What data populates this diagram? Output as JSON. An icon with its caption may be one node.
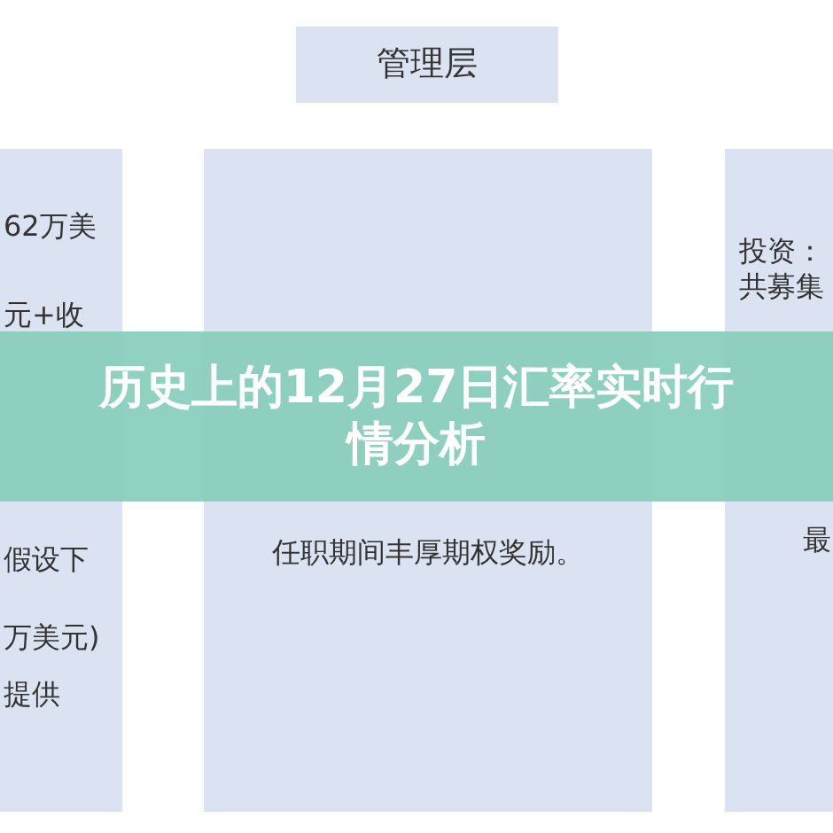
{
  "diagram": {
    "title": "历史上的12月27日汇率实时行情分析",
    "nodes": [
      {
        "text": [
          "管理层"
        ]
      },
      {
        "text": [
          "62万美",
          "元+收",
          "假设下",
          "万美元)",
          "提供"
        ]
      },
      {
        "text": [
          "任职期间丰厚期权奖励。"
        ]
      },
      {
        "text": [
          "投资：",
          "共募集",
          "最"
        ]
      }
    ]
  }
}
